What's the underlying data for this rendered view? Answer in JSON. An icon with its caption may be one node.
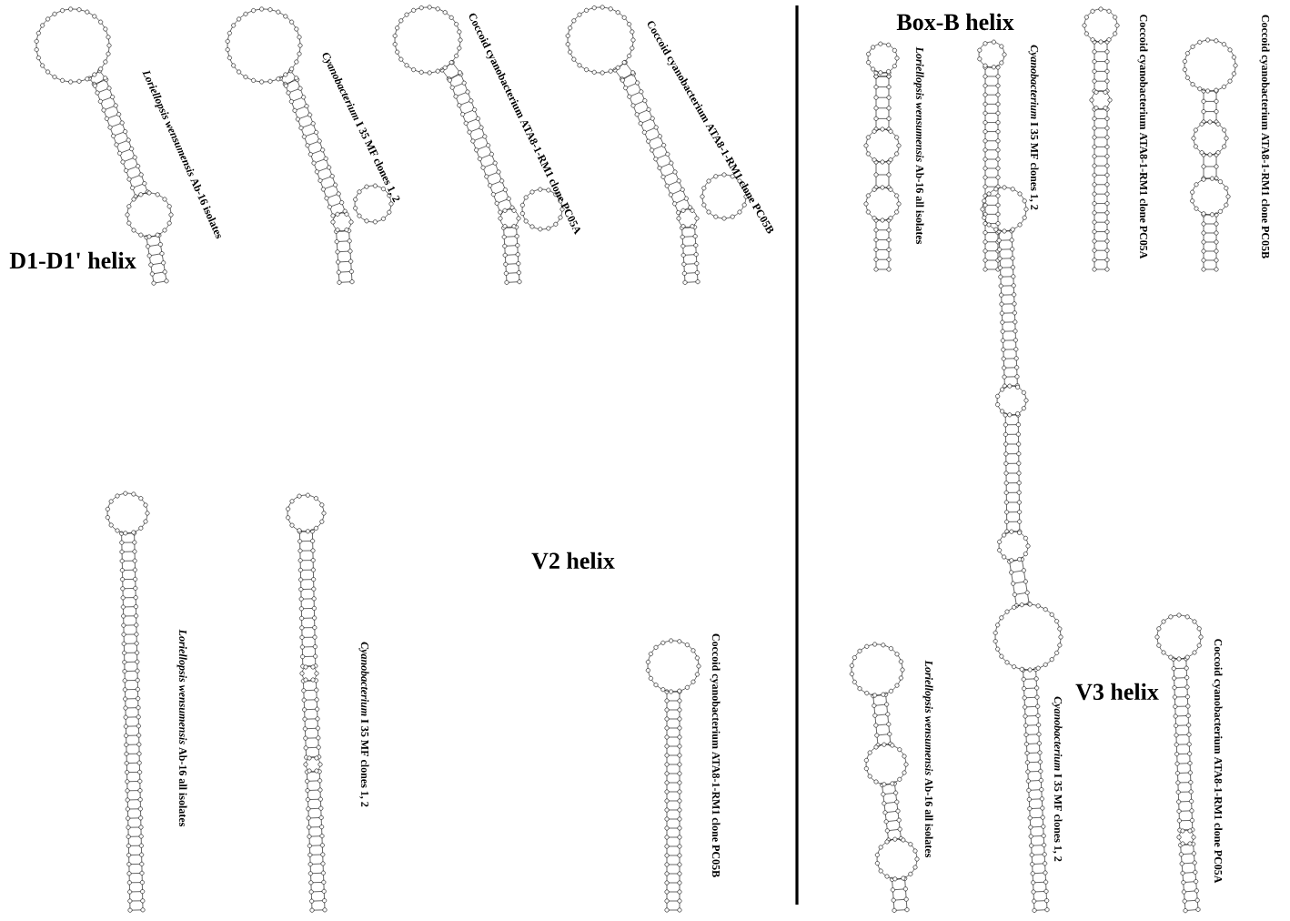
{
  "diagram": {
    "labels": [
      "*Loriellopsis wensumensis* Ab-16 isolates",
      "*Cyanobacterium* I 35 MF clones 1, 2",
      "Coccoid cyanobacterium ATA8-1-RM1 clone PC05A",
      "Coccoid cyanobacterium ATA8-1-RM1 clone PC05B",
      "D1-D1' helix",
      "Box-B helix",
      "*Loriellopsis wensumensis* Ab-16 all isolates",
      "*Cyanobacterium* I 35 MF clones 1, 2",
      "Coccoid cyanobacterium ATA8-1-RM1 clone PC05A",
      "Coccoid cyanobacterium ATA8-1-RM1 clone PC05B",
      "*Loriellopsis wensumensis* Ab-16 all isolates",
      "*Cyanobacterium* I 35 MF clones 1, 2",
      "V2 helix",
      "Coccoid cyanobacterium ATA8-1-RM1 clone PC05B",
      "V3 helix",
      "*Loriellopsis wensumensis* Ab-16 all isolates",
      "*Cyanobacterium* I 35 MF clones 1, 2",
      "Coccoid cyanobacterium ATA8-1-RM1 clone PC05A"
    ]
  }
}
